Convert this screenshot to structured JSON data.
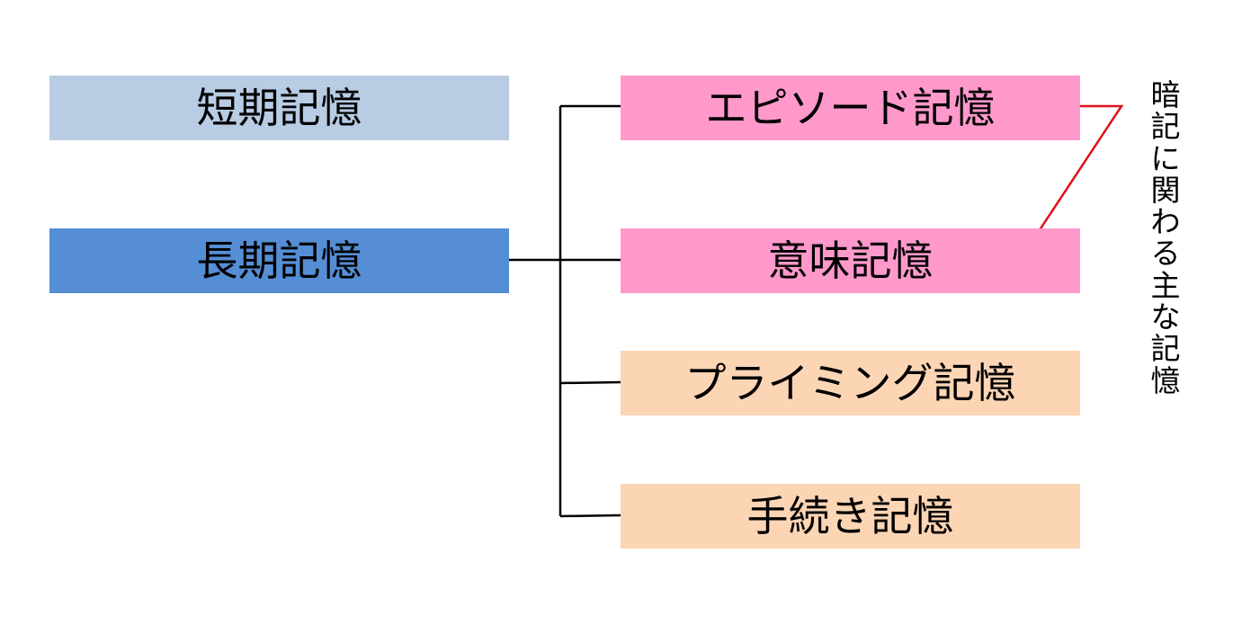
{
  "boxes": {
    "short_term": {
      "label": "短期記憶",
      "color": "#b8cce4"
    },
    "long_term": {
      "label": "長期記憶",
      "color": "#558ed5"
    },
    "episodic": {
      "label": "エピソード記憶",
      "color": "#ff99cc"
    },
    "semantic": {
      "label": "意味記憶",
      "color": "#ff99cc"
    },
    "priming": {
      "label": "プライミング記憶",
      "color": "#fcd5b5"
    },
    "procedural": {
      "label": "手続き記憶",
      "color": "#fcd5b5"
    }
  },
  "annotation": {
    "label": "暗記に関わる主な記憶",
    "color": "#e0101a"
  },
  "connector_color": "#000000"
}
